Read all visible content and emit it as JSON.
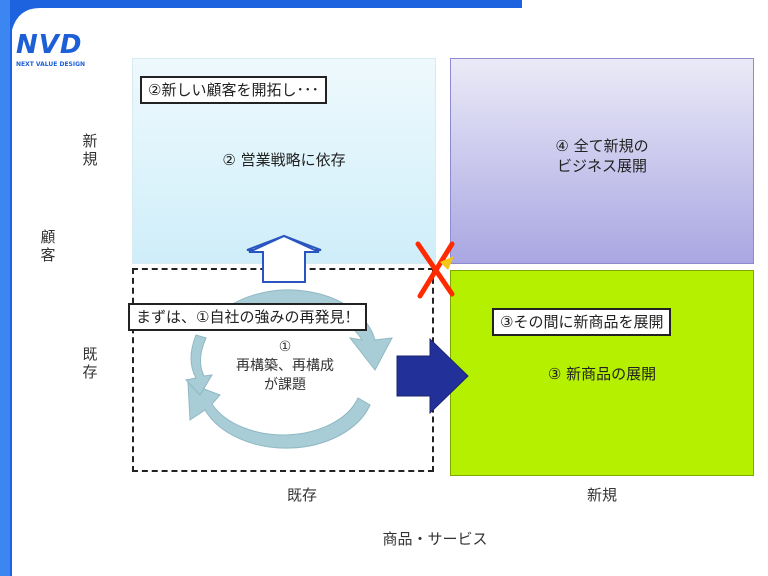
{
  "brand": {
    "logo": "NVD",
    "tagline": "NEXT VALUE DESIGN",
    "color": "#1d5fd6"
  },
  "quadrants": {
    "q2": {
      "label": "② 営業戦略に依存",
      "callout": "②新しい顧客を開拓し･･･",
      "color": "#cfeef9"
    },
    "q4": {
      "label_line1": "④ 全て新規の",
      "label_line2": "ビジネス展開",
      "color": "#a9a6e2"
    },
    "q3": {
      "label": "③ 新商品の展開",
      "callout": "③その間に新商品を展開",
      "color": "#b5f000"
    },
    "q1": {
      "number": "①",
      "line1": "再構築、再構成",
      "line2": "が課題",
      "callout": "まずは、①自社の強みの再発見！"
    }
  },
  "axes": {
    "y_new": "新規",
    "y_existing": "既存",
    "y_title": "顧客",
    "x_existing": "既存",
    "x_new": "新規",
    "x_title": "商品・サービス"
  },
  "icons": [
    "up-arrow-icon",
    "right-arrow-icon",
    "cycle-arrows-icon",
    "x-mark-icon"
  ]
}
